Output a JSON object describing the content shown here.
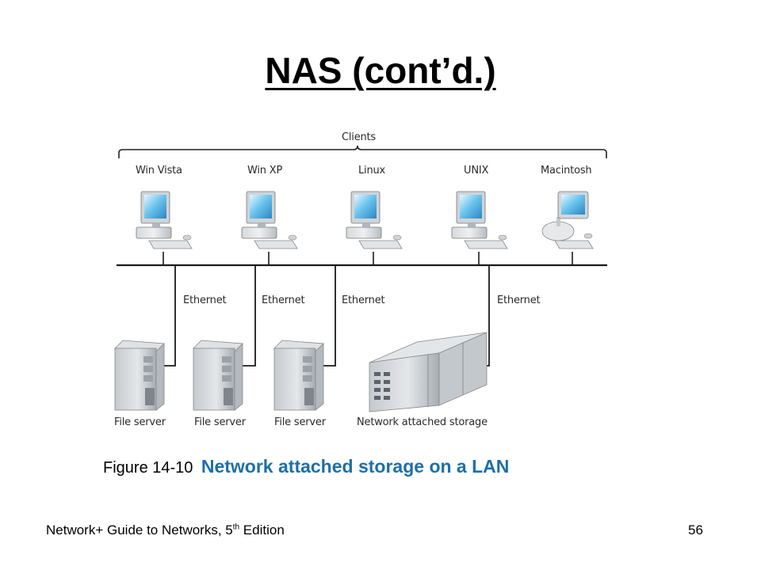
{
  "slide": {
    "title": "NAS (cont’d.)",
    "footer": {
      "book": "Network+ Guide to Networks, 5",
      "edition_sup": "th",
      "edition_word": " Edition",
      "page_number": "56"
    }
  },
  "diagram": {
    "clients_label": "Clients",
    "clients": [
      "Win Vista",
      "Win XP",
      "Linux",
      "UNIX",
      "Macintosh"
    ],
    "links": [
      "Ethernet",
      "Ethernet",
      "Ethernet",
      "Ethernet"
    ],
    "servers": [
      "File server",
      "File server",
      "File server"
    ],
    "storage_label": "Network attached storage",
    "icons": {
      "client": "desktop-computer-icon",
      "mac": "imac-computer-icon",
      "server": "tower-server-icon",
      "storage": "nas-rack-icon"
    }
  },
  "caption": {
    "figure_number": "Figure 14-10",
    "text": "Network attached storage on a LAN",
    "text_color": "#1e6fa8"
  }
}
